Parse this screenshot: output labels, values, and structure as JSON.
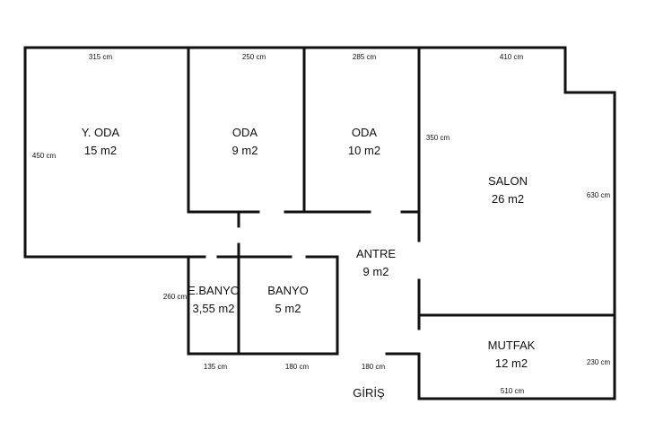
{
  "rooms": {
    "yatak_odasi": {
      "name": "Y. ODA",
      "area": "15 m2"
    },
    "oda1": {
      "name": "ODA",
      "area": "9 m2"
    },
    "oda2": {
      "name": "ODA",
      "area": "10 m2"
    },
    "salon": {
      "name": "SALON",
      "area": "26 m2"
    },
    "antre": {
      "name": "ANTRE",
      "area": "9 m2"
    },
    "ebanyo": {
      "name": "E.BANYO",
      "area": "3,55 m2"
    },
    "banyo": {
      "name": "BANYO",
      "area": "5 m2"
    },
    "mutfak": {
      "name": "MUTFAK",
      "area": "12 m2"
    }
  },
  "dimensions": {
    "yoda_width": "315 cm",
    "oda1_width": "250 cm",
    "oda2_width": "285 cm",
    "salon_width": "410 cm",
    "yoda_height": "450 cm",
    "oda2_height": "350 cm",
    "salon_height": "630 cm",
    "ebanyo_height": "260 cm",
    "ebanyo_width": "135 cm",
    "banyo_width": "180 cm",
    "entry_width": "180 cm",
    "mutfak_height": "230 cm",
    "mutfak_width": "510 cm"
  },
  "entrance": {
    "label": "GİRİŞ"
  }
}
